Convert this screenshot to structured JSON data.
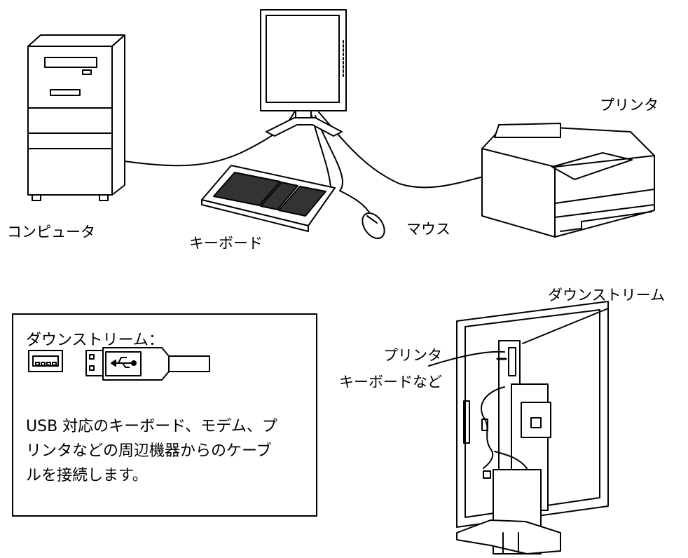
{
  "top_labels": {
    "computer": "コンピュータ",
    "keyboard": "キーボード",
    "mouse": "マウス",
    "printer": "プリンタ"
  },
  "downstream_box": {
    "title": "ダウンストリーム：",
    "description_lines": [
      "USB 対応のキーボード、モデム、プ",
      "リンタなどの周辺機器からのケーブ",
      "ルを接続します。"
    ],
    "icons": [
      "usb-a-port-icon",
      "usb-a-plug-icon"
    ]
  },
  "rear_view": {
    "downstream_label": "ダウンストリーム",
    "printer_label": "プリンタ",
    "keyboard_etc_label": "キーボードなど"
  }
}
